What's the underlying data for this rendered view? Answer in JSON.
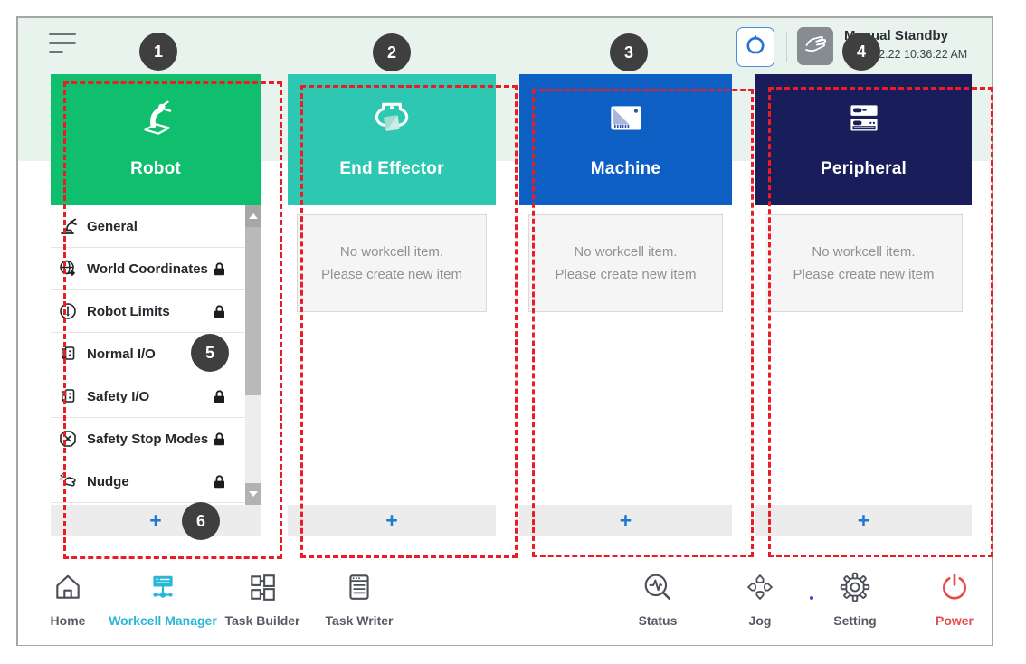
{
  "header": {
    "status_title": "Manual Standby",
    "status_datetime": "2022.02.22 10:36:22 AM"
  },
  "columns": [
    {
      "label": "Robot",
      "color": "#10bf6e",
      "add_label": "+"
    },
    {
      "label": "End Effector",
      "color": "#2ec7b2",
      "add_label": "+",
      "empty": {
        "line1": "No workcell item.",
        "line2": "Please create new item"
      }
    },
    {
      "label": "Machine",
      "color": "#0d5fc4",
      "add_label": "+",
      "empty": {
        "line1": "No workcell item.",
        "line2": "Please create new item"
      }
    },
    {
      "label": "Peripheral",
      "color": "#191e5a",
      "add_label": "+",
      "empty": {
        "line1": "No workcell item.",
        "line2": "Please create new item"
      }
    }
  ],
  "robot_menu": {
    "items": [
      {
        "label": "General",
        "icon": "robot-arm-icon",
        "locked": false
      },
      {
        "label": "World Coordinates",
        "icon": "world-coordinates-icon",
        "locked": true
      },
      {
        "label": "Robot Limits",
        "icon": "robot-limits-icon",
        "locked": true
      },
      {
        "label": "Normal I/O",
        "icon": "io-icon",
        "locked": false
      },
      {
        "label": "Safety I/O",
        "icon": "io-icon",
        "locked": true
      },
      {
        "label": "Safety Stop Modes",
        "icon": "safety-stop-icon",
        "locked": true
      },
      {
        "label": "Nudge",
        "icon": "nudge-icon",
        "locked": true
      }
    ]
  },
  "badges": [
    {
      "label": "1"
    },
    {
      "label": "2"
    },
    {
      "label": "3"
    },
    {
      "label": "4"
    },
    {
      "label": "5"
    },
    {
      "label": "6"
    }
  ],
  "nav": {
    "items": [
      {
        "label": "Home",
        "icon": "home-icon",
        "active": false
      },
      {
        "label": "Workcell Manager",
        "icon": "workcell-manager-icon",
        "active": true
      },
      {
        "label": "Task Builder",
        "icon": "task-builder-icon",
        "active": false
      },
      {
        "label": "Task Writer",
        "icon": "task-writer-icon",
        "active": false
      },
      {
        "label": "Status",
        "icon": "status-icon",
        "active": false
      },
      {
        "label": "Jog",
        "icon": "jog-icon",
        "active": false
      },
      {
        "label": "Setting",
        "icon": "setting-icon",
        "active": false
      },
      {
        "label": "Power",
        "icon": "power-icon",
        "active": false
      }
    ]
  },
  "colors": {
    "robot_green": "#10bf6e",
    "end_effector_teal": "#2ec7b2",
    "machine_blue": "#0d5fc4",
    "peripheral_navy": "#191e5a",
    "top_band": "#e9f3ee",
    "annotation_red": "#ec1c24",
    "badge_gray": "#3f3f3f",
    "active_nav_blue": "#29b7d8",
    "power_red": "#e74c4c",
    "plus_blue": "#1f78d1"
  }
}
